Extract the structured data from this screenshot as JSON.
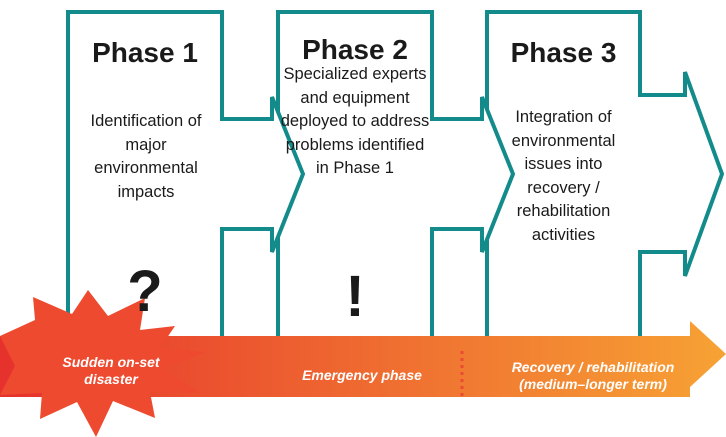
{
  "colors": {
    "panel_border": "#138B8B",
    "arrow_gradient_start": "#E6312D",
    "arrow_gradient_end": "#F7A234",
    "burst_fill": "#EE4A2F",
    "divider": "#E84B32"
  },
  "phases": [
    {
      "title": "Phase 1",
      "description": "Identification of major environmental impacts",
      "mark": "?"
    },
    {
      "title": "Phase 2",
      "description": "Specialized experts and equipment deployed to address problems identified in Phase 1",
      "mark": "!"
    },
    {
      "title": "Phase 3",
      "description": "Integration of environmental issues into recovery / rehabilitation activities"
    }
  ],
  "timeline": {
    "disaster": "Sudden on-set disaster",
    "emergency": "Emergency phase",
    "recovery": "Recovery / rehabilitation (medium–longer term)"
  }
}
